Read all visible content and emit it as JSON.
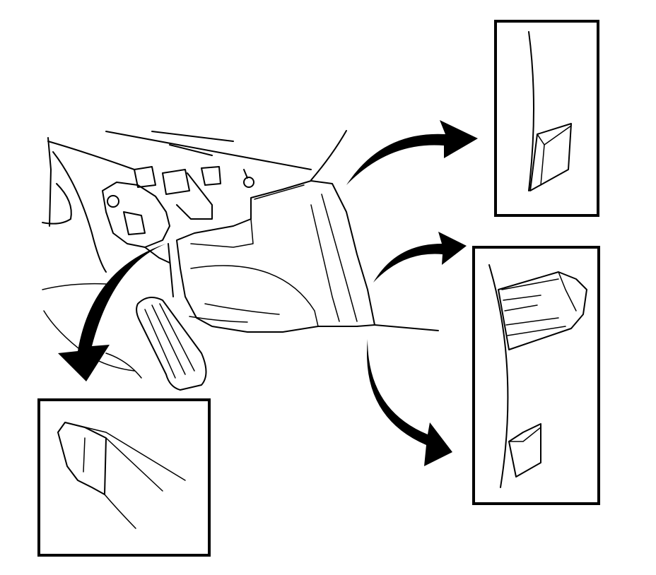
{
  "figure": {
    "subject": "trim-panel-retainer-illustration",
    "background": "#ffffff",
    "line_color": "#000000",
    "detail_views": [
      {
        "id": "detail-upper-right",
        "shows": "retainer-clip-on-panel-edge"
      },
      {
        "id": "detail-lower-right",
        "shows": "panel-edge-with-tab-and-clip"
      },
      {
        "id": "detail-lower-left",
        "shows": "panel-tab-end"
      }
    ],
    "callout_arrows": 4
  }
}
